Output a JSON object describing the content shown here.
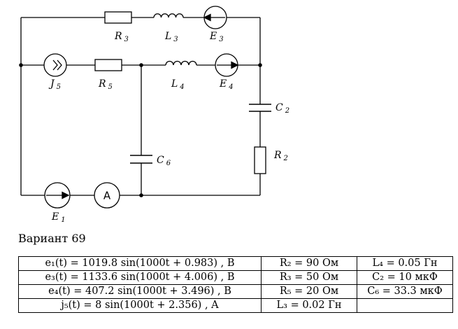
{
  "labels": {
    "R3": {
      "main": "R",
      "sub": "3"
    },
    "L3": {
      "main": "L",
      "sub": "3"
    },
    "E3": {
      "main": "E",
      "sub": "3"
    },
    "J5": {
      "main": "J",
      "sub": "5"
    },
    "R5": {
      "main": "R",
      "sub": "5"
    },
    "L4": {
      "main": "L",
      "sub": "4"
    },
    "E4": {
      "main": "E",
      "sub": "4"
    },
    "C2": {
      "main": "C",
      "sub": "2"
    },
    "C6": {
      "main": "C",
      "sub": "6"
    },
    "R2": {
      "main": "R",
      "sub": "2"
    },
    "E1": {
      "main": "E",
      "sub": "1"
    },
    "ammeter": "A"
  },
  "variant": "Вариант 69",
  "table": [
    [
      "e₁(t) = 1019.8 sin(1000t + 0.983) , B",
      "R₂ = 90 Ом",
      "L₄ = 0.05 Гн"
    ],
    [
      "e₃(t) = 1133.6 sin(1000t + 4.006) , B",
      "R₃ = 50 Ом",
      "C₂ = 10 мкФ"
    ],
    [
      "e₄(t) = 407.2 sin(1000t + 3.496) , B",
      "R₅ = 20 Ом",
      "C₆ = 33.3 мкФ"
    ],
    [
      "j₅(t) = 8 sin(1000t + 2.356) , A",
      "L₃ = 0.02 Гн",
      ""
    ]
  ]
}
